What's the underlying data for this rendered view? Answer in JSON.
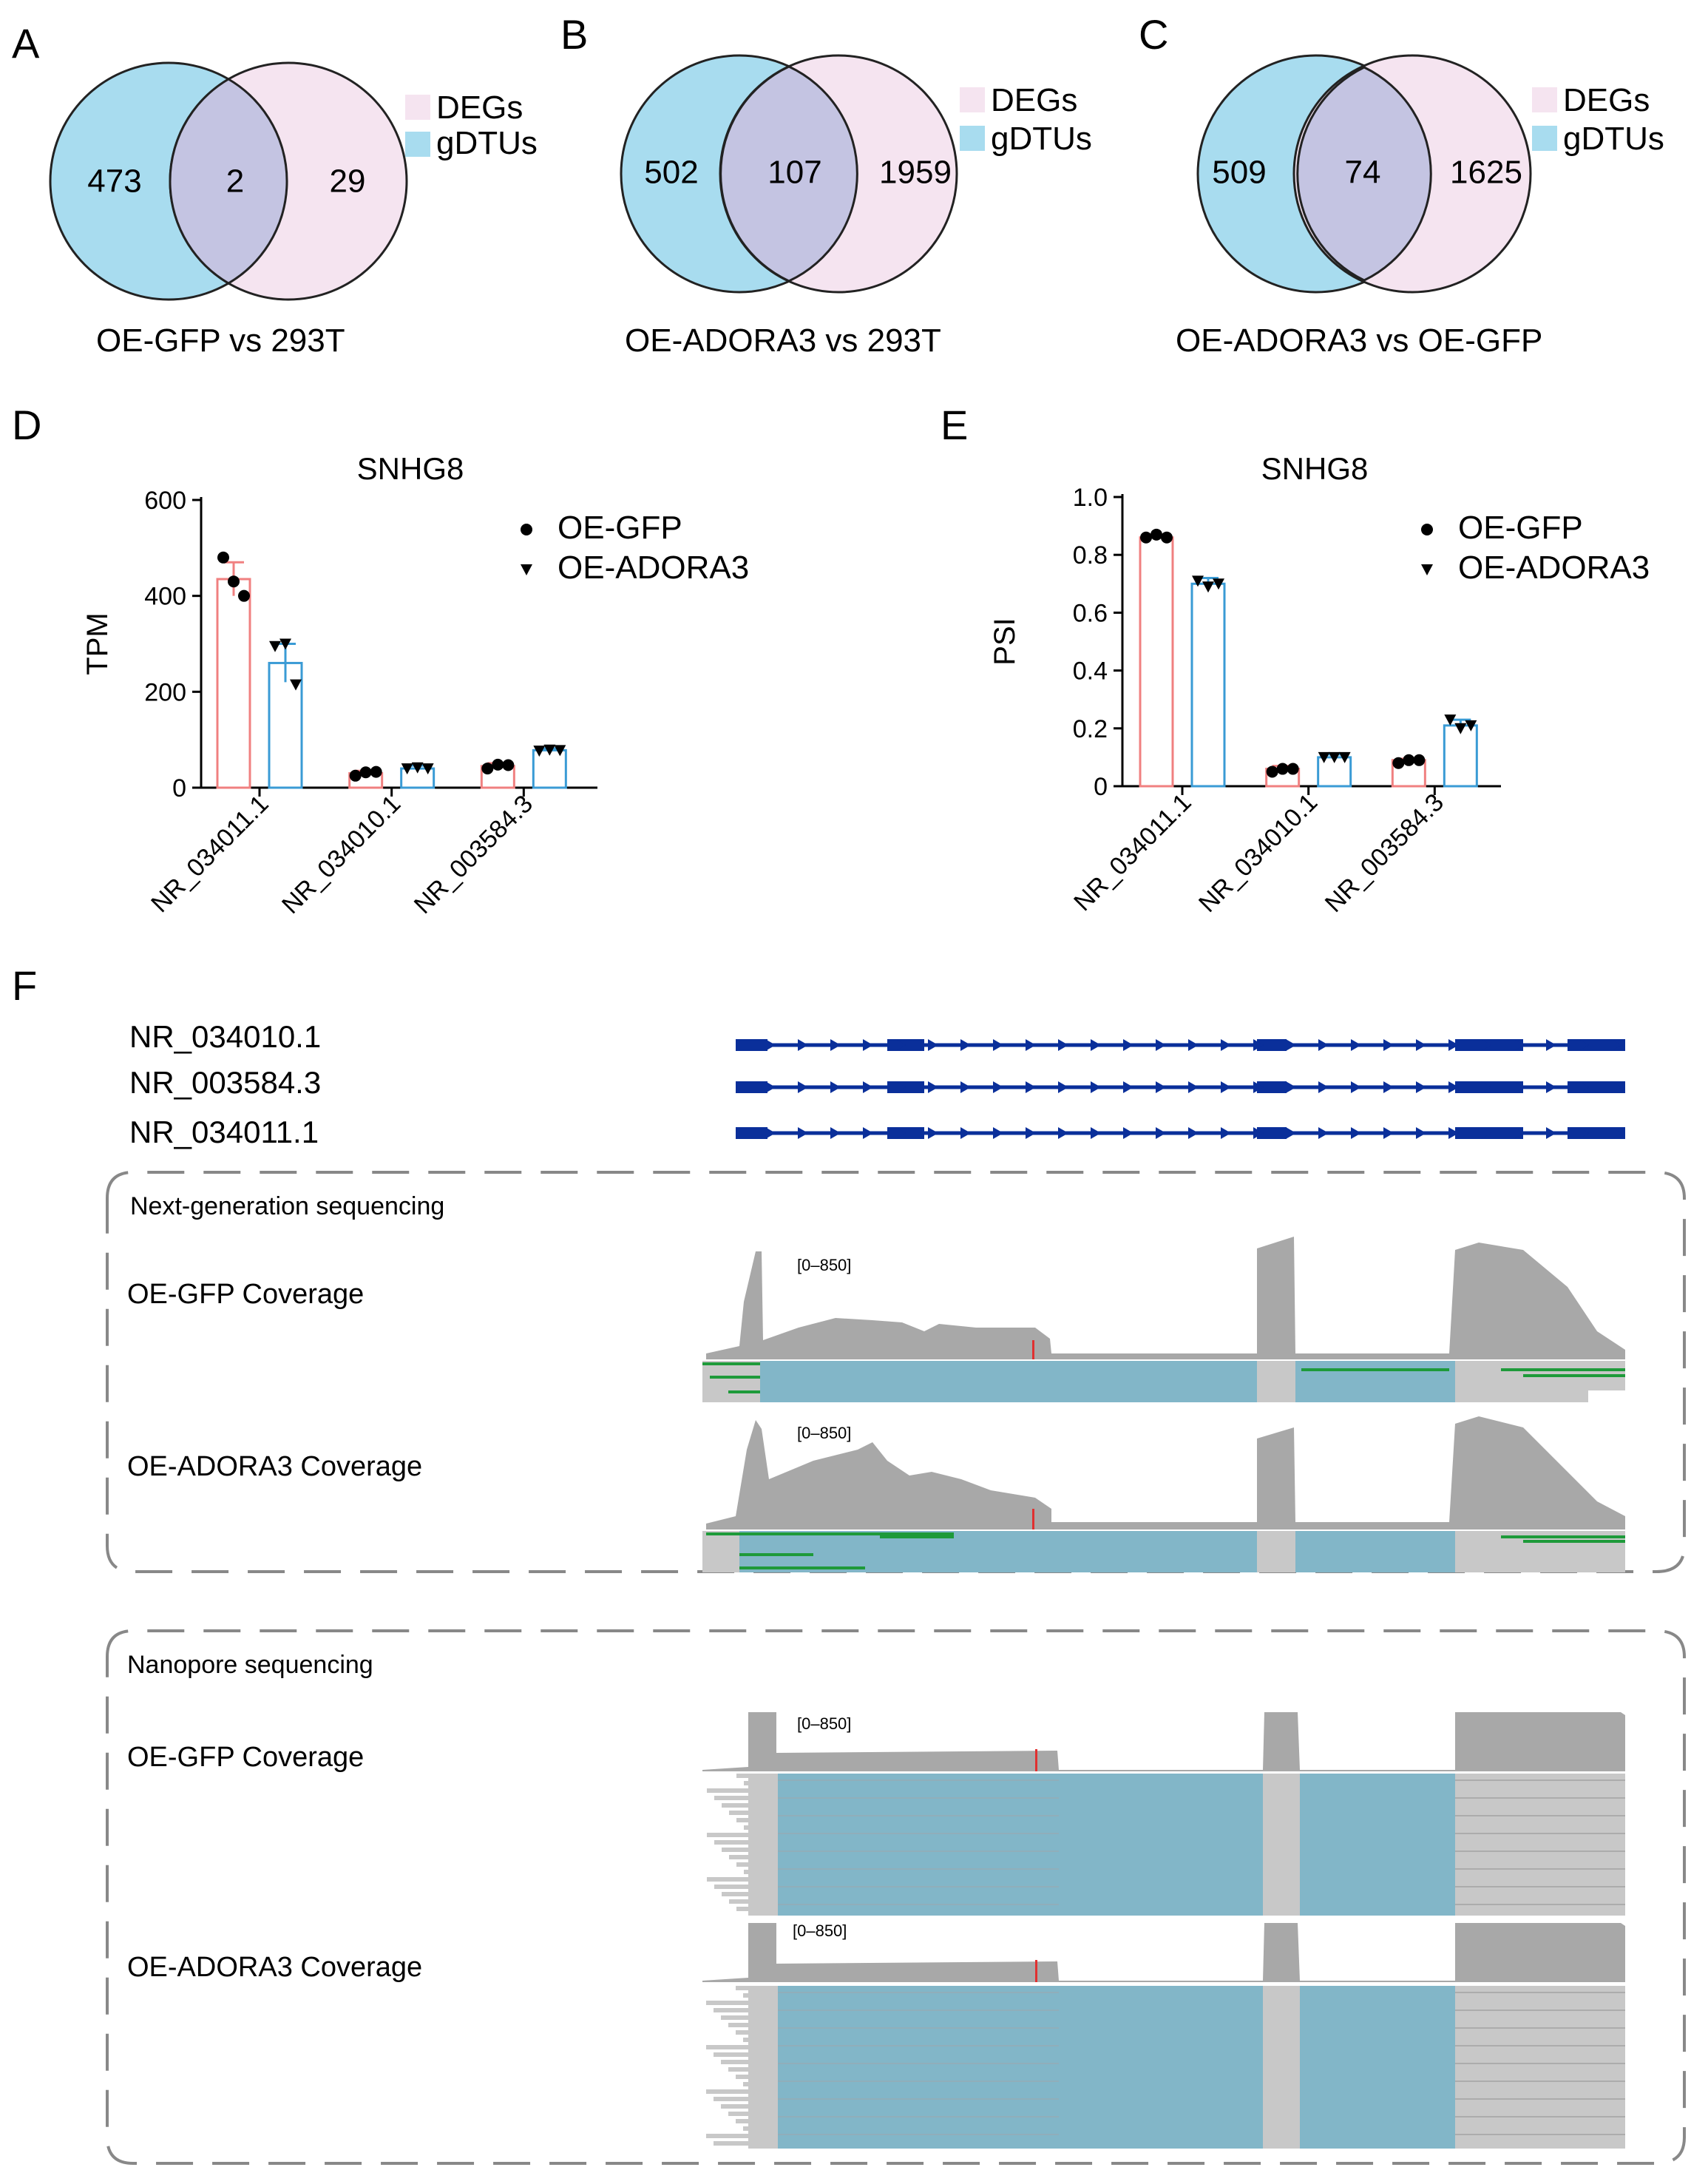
{
  "panels": {
    "A": "A",
    "B": "B",
    "C": "C",
    "D": "D",
    "E": "E",
    "F": "F"
  },
  "venns": [
    {
      "left": 473,
      "overlap": 2,
      "right": 29,
      "legend": [
        "DEGs",
        "gDTUs"
      ],
      "caption": "OE-GFP vs 293T"
    },
    {
      "left": 502,
      "overlap": 107,
      "right": 1959,
      "legend": [
        "DEGs",
        "gDTUs"
      ],
      "caption": "OE-ADORA3 vs 293T"
    },
    {
      "left": 509,
      "overlap": 74,
      "right": 1625,
      "legend": [
        "DEGs",
        "gDTUs"
      ],
      "caption": "OE-ADORA3 vs OE-GFP"
    }
  ],
  "colors": {
    "gfp_bar": "#f08080",
    "adora3_bar": "#3a9bd5",
    "venn_left": "#a8dcef",
    "venn_right": "#f5e4f0",
    "venn_overlap": "#c4c4e2",
    "transcript": "#0a2f9a",
    "coverage": "#a8a8a8",
    "reads_blue": "#82b6c8",
    "reads_gray": "#c8c8c8",
    "reads_green": "#1e9a3a",
    "marker_red": "#e03030"
  },
  "chart_data": [
    {
      "type": "bar",
      "title": "SNHG8",
      "ylabel": "TPM",
      "categories": [
        "NR_034011.1",
        "NR_034010.1",
        "NR_003584.3"
      ],
      "ylim": [
        0,
        600
      ],
      "yticks": [
        "0",
        "200",
        "400",
        "600"
      ],
      "series": [
        {
          "name": "OE-GFP",
          "values": [
            435,
            30,
            45
          ],
          "err": [
            35,
            5,
            6
          ],
          "points": [
            [
              480,
              430,
              400
            ],
            [
              25,
              32,
              33
            ],
            [
              40,
              48,
              47
            ]
          ]
        },
        {
          "name": "OE-ADORA3",
          "values": [
            260,
            40,
            78
          ],
          "err": [
            40,
            6,
            4
          ],
          "points": [
            [
              295,
              300,
              215
            ],
            [
              40,
              42,
              40
            ],
            [
              77,
              79,
              78
            ]
          ]
        }
      ]
    },
    {
      "type": "bar",
      "title": "SNHG8",
      "ylabel": "PSI",
      "categories": [
        "NR_034011.1",
        "NR_034010.1",
        "NR_003584.3"
      ],
      "ylim": [
        0,
        1.0
      ],
      "yticks": [
        "0",
        "0.2",
        "0.4",
        "0.6",
        "0.8",
        "1.0"
      ],
      "series": [
        {
          "name": "OE-GFP",
          "values": [
            0.86,
            0.06,
            0.09
          ],
          "err": [
            0.01,
            0.01,
            0.005
          ],
          "points": [
            [
              0.86,
              0.87,
              0.86
            ],
            [
              0.05,
              0.06,
              0.06
            ],
            [
              0.08,
              0.09,
              0.09
            ]
          ]
        },
        {
          "name": "OE-ADORA3",
          "values": [
            0.7,
            0.1,
            0.21
          ],
          "err": [
            0.02,
            0.01,
            0.02
          ],
          "points": [
            [
              0.71,
              0.69,
              0.7
            ],
            [
              0.1,
              0.1,
              0.1
            ],
            [
              0.23,
              0.2,
              0.21
            ]
          ]
        }
      ]
    }
  ],
  "igv": {
    "transcripts": [
      "NR_034010.1",
      "NR_003584.3",
      "NR_034011.1"
    ],
    "ngs_title": "Next-generation sequencing",
    "nanopore_title": "Nanopore sequencing",
    "ngs_tracks": [
      {
        "label": "OE-GFP Coverage",
        "range": "[0–850]"
      },
      {
        "label": "OE-ADORA3 Coverage",
        "range": "[0–850]"
      }
    ],
    "nano_tracks": [
      {
        "label": "OE-GFP Coverage",
        "range": "[0–850]"
      },
      {
        "label": "OE-ADORA3 Coverage",
        "range": "[0–850]"
      }
    ]
  }
}
